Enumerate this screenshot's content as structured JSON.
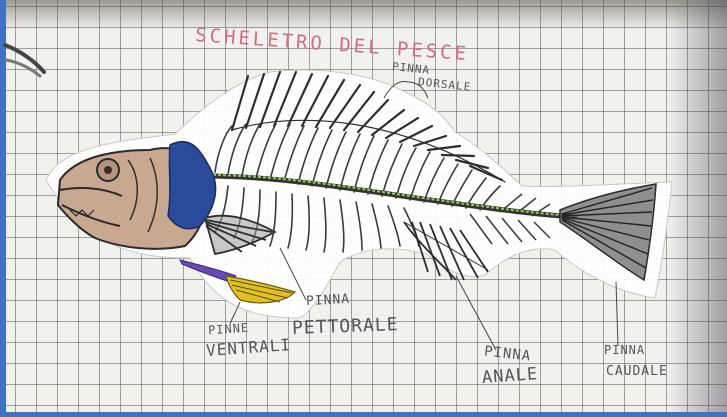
{
  "title": "SCHELETRO DEL PESCE",
  "labels": {
    "dorsale": [
      "PINNA",
      "DORSALE"
    ],
    "pettorale": [
      "PINNA",
      "PETTORALE"
    ],
    "ventrali": [
      "PINNE",
      "VENTRALI"
    ],
    "anale": [
      "PINNA",
      "ANALE"
    ],
    "caudale": [
      "PINNA",
      "CAUDALE"
    ]
  },
  "colors": {
    "background_frame": "#3e72c3",
    "paper": "#f1f1ee",
    "grid_lines": "#5a5a5f",
    "title_ink": "#d36e83",
    "pencil": "#333333",
    "spine_highlight": "#8fcf4a",
    "head_fill": "#c9a892",
    "gill_cover": "#2a4a9a",
    "ventral_fin_purple": "#6a48b8",
    "ventral_fin_yellow": "#e2c020"
  }
}
